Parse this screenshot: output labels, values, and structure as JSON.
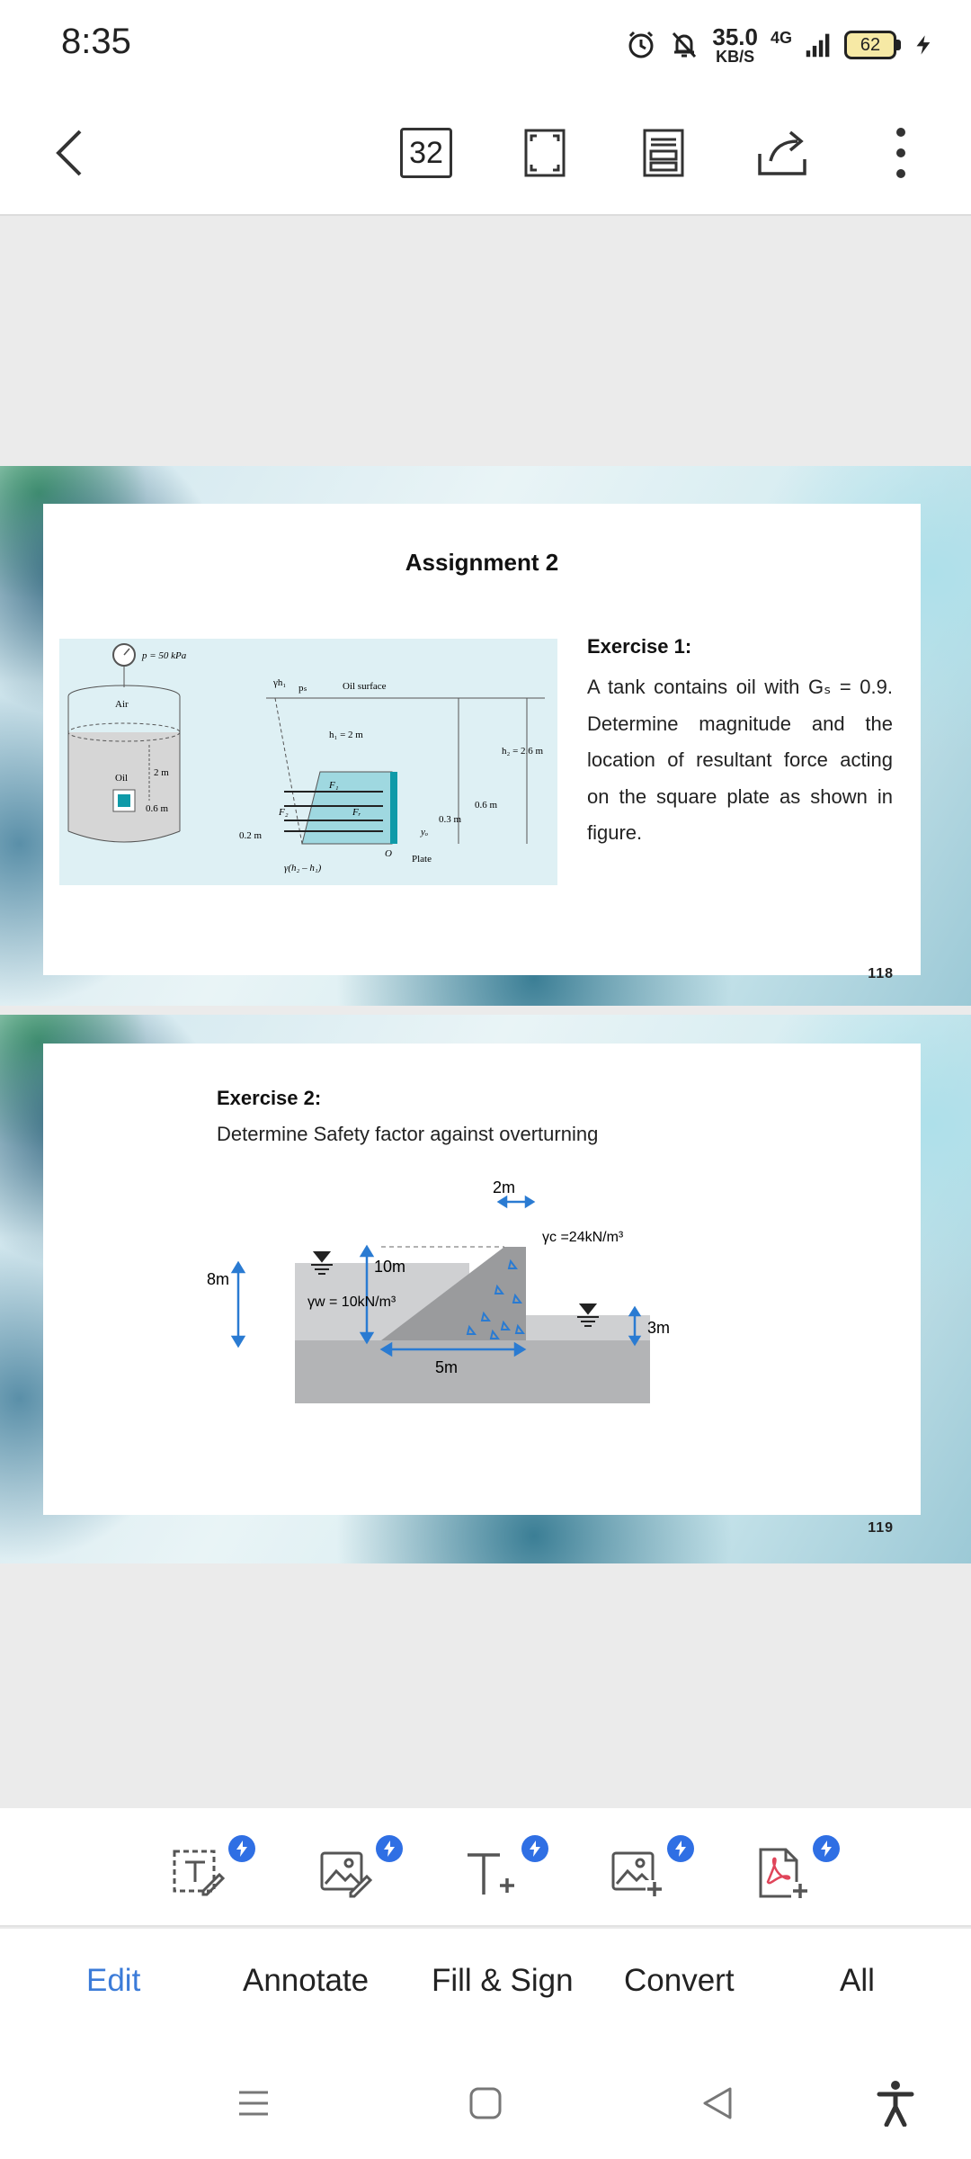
{
  "status": {
    "time": "8:35",
    "speed_value": "35.0",
    "speed_unit": "KB/S",
    "network": "4G",
    "battery": "62",
    "icons": [
      "alarm-icon",
      "mute-bell-icon",
      "signal-icon",
      "charging-icon"
    ]
  },
  "toolbar": {
    "page_number": "32",
    "icons": [
      "back-arrow-icon",
      "fullscreen-icon",
      "page-view-icon",
      "share-icon",
      "more-icon"
    ]
  },
  "slides": [
    {
      "title": "Assignment 2",
      "exercise_title": "Exercise 1:",
      "exercise_body": "A tank contains oil with Gₛ = 0.9. Determine magnitude and the location of resultant force acting on the square plate as shown in figure.",
      "page_label": "118",
      "figure": {
        "pressure": "p = 50 kPa",
        "air": "Air",
        "oil": "Oil",
        "dim_2m": "2 m",
        "dim_06m": "0.6 m",
        "dim_02m": "0.2 m",
        "gamma_h1": "γh₁",
        "ps": "pₛ",
        "oil_surface": "Oil surface",
        "h1": "h₁ = 2 m",
        "h2": "h₂ = 2.6 m",
        "f1": "F₁",
        "f2": "F₂",
        "fr": "Fᵣ",
        "d06": "0.6 m",
        "d03": "0.3 m",
        "yo": "yₒ",
        "o": "O",
        "plate": "Plate",
        "gamma_diff": "γ(h₂ – h₁)"
      }
    },
    {
      "exercise_title": "Exercise 2:",
      "exercise_sub": "Determine Safety factor against overturning",
      "page_label": "119",
      "figure": {
        "top_width": "2m",
        "gamma_c": "γc =24kN/m³",
        "height_10m": "10m",
        "water_8m": "8m",
        "gamma_w": "γw = 10kN/m³",
        "base_5m": "5m",
        "tail_3m": "3m"
      }
    }
  ],
  "tools": [
    {
      "name": "edit-text-tool",
      "icon": "text-box-edit-icon"
    },
    {
      "name": "edit-image-tool",
      "icon": "image-edit-icon"
    },
    {
      "name": "add-text-tool",
      "icon": "text-add-icon"
    },
    {
      "name": "add-image-tool",
      "icon": "image-add-icon"
    },
    {
      "name": "pdf-tool",
      "icon": "pdf-add-icon"
    }
  ],
  "tabs": [
    "Edit",
    "Annotate",
    "Fill & Sign",
    "Convert",
    "All"
  ],
  "active_tab": "Edit",
  "colors": {
    "accent": "#3b7bd8",
    "badge": "#2f6fe4",
    "plate": "#0f9aa8",
    "diagram_blue": "#2a7bd2"
  }
}
